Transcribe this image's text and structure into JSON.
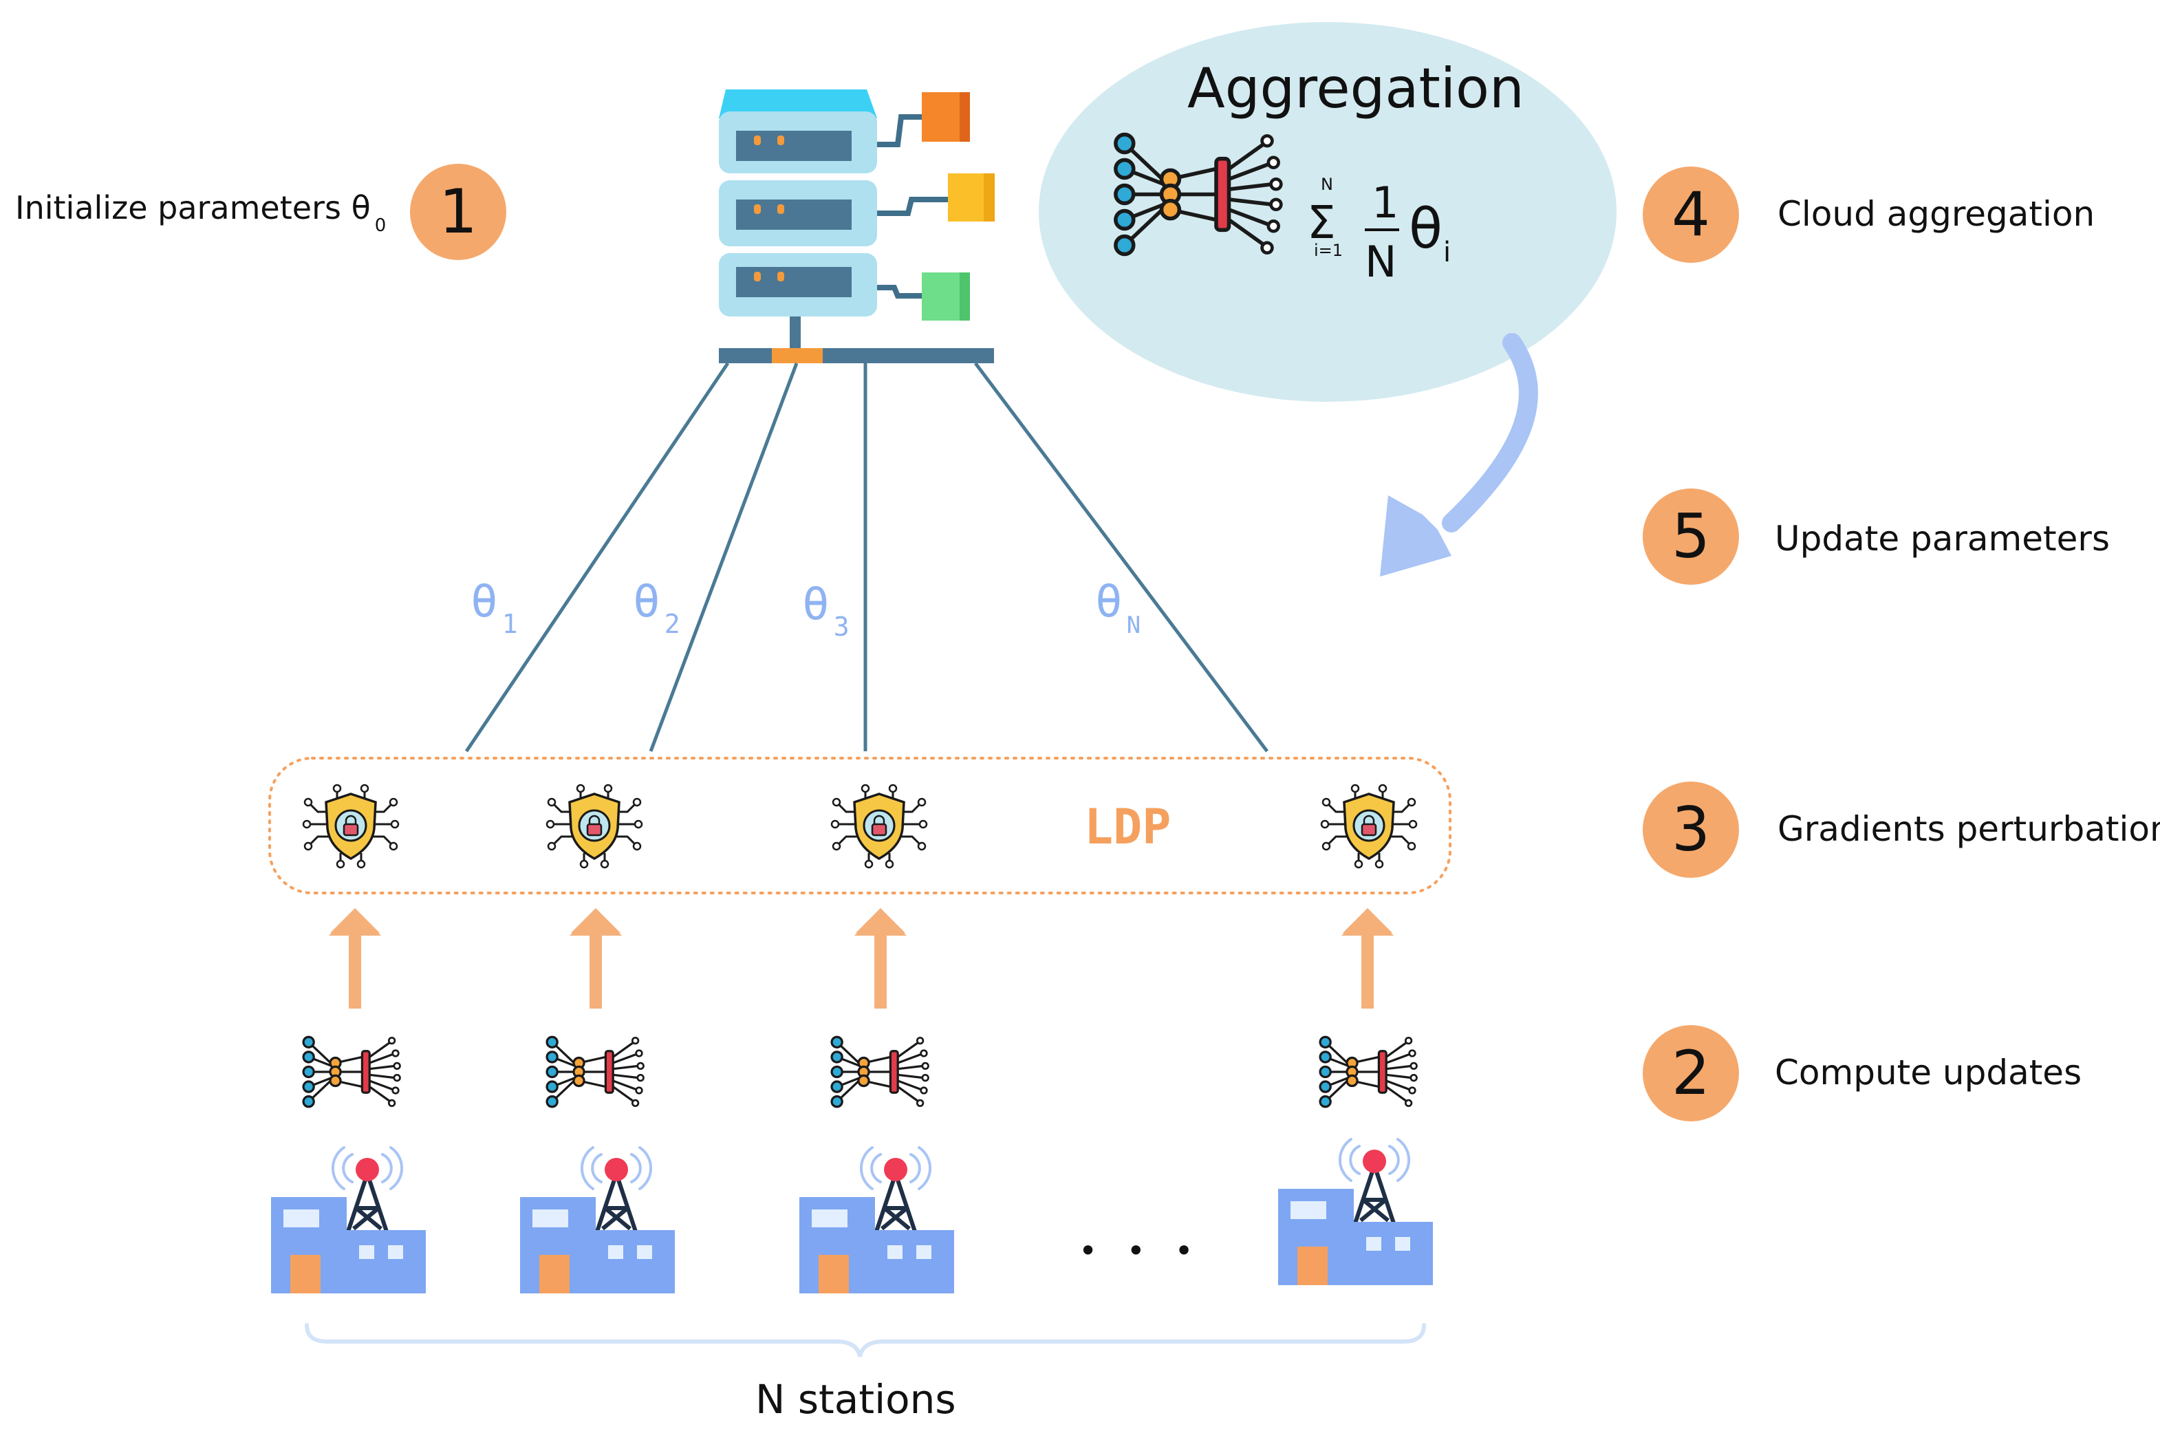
{
  "steps": {
    "s1": {
      "number": "1",
      "label": "Initialize parameters θ",
      "sub": "0"
    },
    "s2": {
      "number": "2",
      "label": "Compute updates"
    },
    "s3": {
      "number": "3",
      "label": "Gradients perturbation"
    },
    "s4": {
      "number": "4",
      "label": "Cloud aggregation"
    },
    "s5": {
      "number": "5",
      "label": "Update parameters"
    }
  },
  "aggregation": {
    "title": "Aggregation",
    "formula": {
      "sigma": "Σ",
      "upper": "N",
      "lower": "i=1",
      "numerator": "1",
      "denominator": "N",
      "theta": "θ",
      "theta_sub": "i"
    }
  },
  "links": [
    {
      "theta": "θ",
      "sub": "1"
    },
    {
      "theta": "θ",
      "sub": "2"
    },
    {
      "theta": "θ",
      "sub": "3"
    },
    {
      "theta": "θ",
      "sub": "N"
    }
  ],
  "ldp_label": "LDP",
  "ellipsis": "• • •",
  "stations_caption": "N stations",
  "colors": {
    "badge": "#f5a86b",
    "link": "#4a7a94",
    "theta": "#8fb3f2",
    "ldp": "#f5a05e",
    "cloud": "#d3eaf0",
    "arrow_up": "#f5b07a",
    "arrow_curve": "#a9c4f5",
    "building": "#7ea6f2"
  },
  "icons": [
    "server-icon",
    "neural-network-icon",
    "security-shield-icon",
    "radio-tower-icon",
    "building-icon"
  ]
}
